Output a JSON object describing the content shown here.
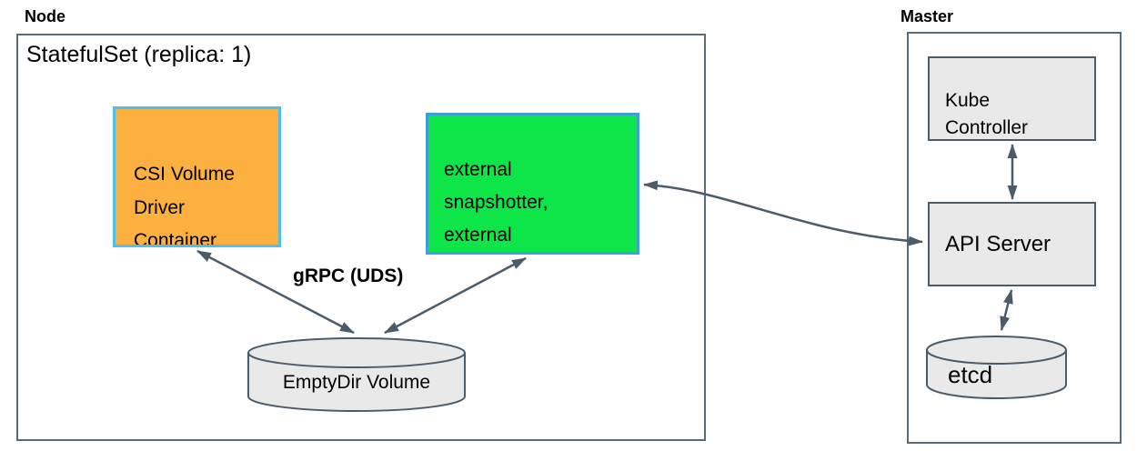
{
  "node": {
    "title": "Node",
    "statefulset_label": "StatefulSet (replica: 1)",
    "csi_driver_label": "CSI Volume\nDriver\nContainer",
    "snapshotter_label": "external\nsnapshotter,\nexternal\nprovisioner",
    "grpc_label": "gRPC (UDS)",
    "emptydir_label": "EmptyDir Volume"
  },
  "master": {
    "title": "Master",
    "kube_controller_manager_label": "Kube\nController\nManager",
    "api_server_label": "API Server",
    "etcd_label": "etcd"
  },
  "colors": {
    "csi_box_fill": "#FBB040",
    "csi_box_border": "#4FBEE8",
    "snapshotter_box_fill": "#0EE549",
    "snapshotter_box_border": "#3F9FDD",
    "component_fill": "#E9E9E9",
    "component_border": "#4C5B6A",
    "boundary_border": "#5B6A78",
    "arrow": "#4C5B6A",
    "text": "#000000"
  },
  "connections": [
    {
      "from": "csi-volume-driver-container",
      "to": "emptydir-volume",
      "bidirectional": true,
      "label": "gRPC (UDS)"
    },
    {
      "from": "external-snapshotter-provisioner",
      "to": "emptydir-volume",
      "bidirectional": true,
      "label": "gRPC (UDS)"
    },
    {
      "from": "external-snapshotter-provisioner",
      "to": "api-server",
      "bidirectional": true,
      "label": ""
    },
    {
      "from": "kube-controller-manager",
      "to": "api-server",
      "bidirectional": true,
      "label": ""
    },
    {
      "from": "api-server",
      "to": "etcd",
      "bidirectional": true,
      "label": ""
    }
  ]
}
